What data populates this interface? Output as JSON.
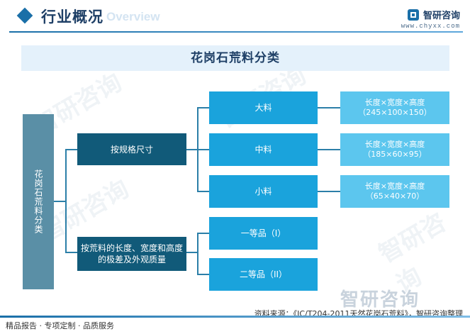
{
  "header": {
    "title": "行业概况",
    "title_en": "Overview",
    "brand_name": "智研咨询",
    "brand_url": "www.chyxx.com"
  },
  "banner": "花岗石荒料分类",
  "tree": {
    "root": "花岗石荒料分类",
    "branch_size": {
      "label": "按规格尺寸",
      "children": [
        {
          "label": "大料",
          "spec_line1": "长度×宽度×高度",
          "spec_line2": "（245×100×150）"
        },
        {
          "label": "中料",
          "spec_line1": "长度×宽度×高度",
          "spec_line2": "（185×60×95）"
        },
        {
          "label": "小料",
          "spec_line1": "长度×宽度×高度",
          "spec_line2": "（65×40×70）"
        }
      ]
    },
    "branch_quality": {
      "label_line1": "按荒料的长度、宽度和高度",
      "label_line2": "的极差及外观质量",
      "children": [
        {
          "label": "一等品（I）"
        },
        {
          "label": "二等品（II）"
        }
      ]
    }
  },
  "watermark_text": "智研咨询",
  "footer": {
    "left": "精品报告 · 专项定制 · 品质服务",
    "source": "资料来源：《JC/T204-2011天然花岗石荒料》，智研咨询整理"
  },
  "colors": {
    "accent": "#1a6fa8",
    "root": "#5a8fa6",
    "level1": "#115a79",
    "level2": "#1aa3dc",
    "level3": "#5cc6ee",
    "banner_bg": "#e4f1fb"
  }
}
